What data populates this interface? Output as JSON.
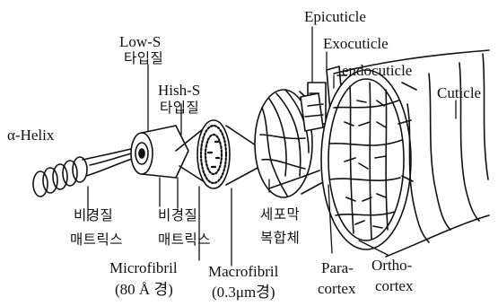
{
  "labels": {
    "alpha_helix": "α-Helix",
    "low_s_line1": "Low-S",
    "low_s_line2": "타입질",
    "high_s_line1": "Hish-S",
    "high_s_line2": "타입질",
    "matrix1_line1": "비경질",
    "matrix1_line2": "매트릭스",
    "matrix2_line1": "비경질",
    "matrix2_line2": "매트릭스",
    "microfibril_line1": "Microfibril",
    "microfibril_line2": "(80 Å 경)",
    "macrofibril_line1": "Macrofibril",
    "macrofibril_line2": "(0.3μm경)",
    "cell_complex_line1": "세포막",
    "cell_complex_line2": "복합체",
    "epicuticle": "Epicuticle",
    "exocuticle": "Exocuticle",
    "endocuticle": "endocuticle",
    "cuticle": "Cuticle",
    "paracortex_line1": "Para-",
    "paracortex_line2": "cortex",
    "orthocortex_line1": "Ortho-",
    "orthocortex_line2": "cortex"
  }
}
